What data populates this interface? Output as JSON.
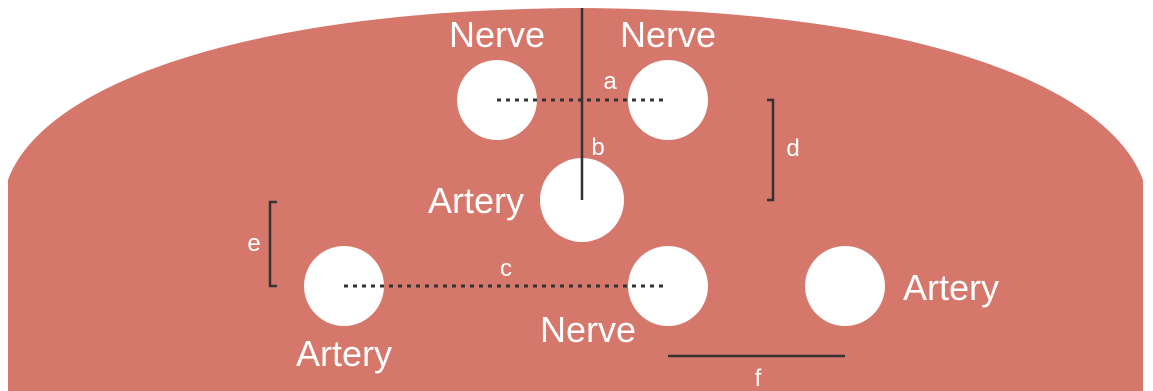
{
  "colors": {
    "tissue": "#D6776B",
    "vessel_fill": "#FFFFFF",
    "line": "#333333",
    "text": "#FFFFFF"
  },
  "labels": {
    "nerve_top_left": "Nerve",
    "nerve_top_right": "Nerve",
    "artery_center": "Artery",
    "nerve_bottom": "Nerve",
    "artery_bottom_left": "Artery",
    "artery_bottom_right": "Artery"
  },
  "measurements": {
    "a": "a",
    "b": "b",
    "c": "c",
    "d": "d",
    "e": "e",
    "f": "f"
  }
}
